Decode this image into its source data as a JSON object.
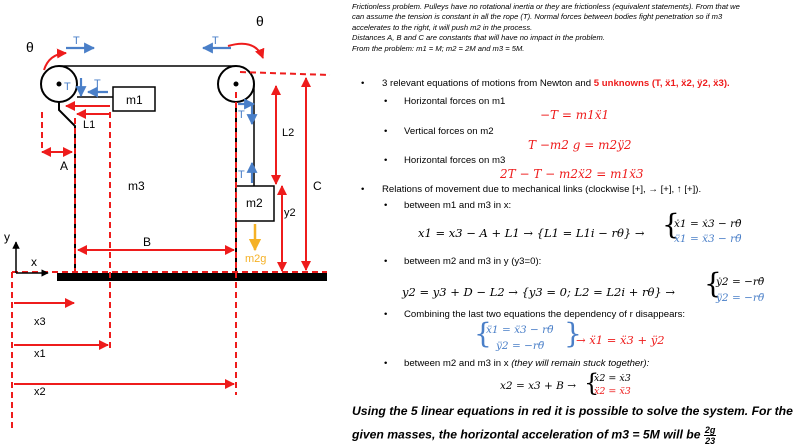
{
  "diagram": {
    "angle_left": "θ",
    "angle_right": "θ",
    "tension": "T",
    "block_m1": "m1",
    "block_m2": "m2",
    "block_m3": "m3",
    "weight_label": "m2g",
    "dim_L1": "L1",
    "dim_L2": "L2",
    "dim_A": "A",
    "dim_B": "B",
    "dim_C": "C",
    "dim_y2": "y2",
    "axis_y": "y",
    "axis_x": "x",
    "pos_x3": "x3",
    "pos_x1": "x1",
    "pos_x2": "x2",
    "colors": {
      "red": "#ee1c1c",
      "blue": "#4a7fc8",
      "orange": "#f5b126",
      "black": "#000000"
    }
  },
  "intro": [
    "Frictionless problem. Pulleys have no rotational inertia or they are frictionless (equivalent statements). From that we",
    "can assume the tension is constant in all the rope (T). Normal forces between bodies fight penetration so if m3",
    "accelerates to the right, it will push m2 in the process.",
    "Distances A, B and C are constants that will have no impact in the problem.",
    "From the problem: m1 = M; m2 = 2M and m3 = 5M."
  ],
  "bullets": {
    "equations_title": "3 relevant equations of motions from Newton and",
    "unknowns": "5 unknowns (T, ẍ1, ẍ2, ÿ2, ẍ3).",
    "h_forces_m1": "Horizontal forces on m1",
    "eq1": "−T = m1ẍ1",
    "v_forces_m2": "Vertical forces on m2",
    "eq2": "T −m2 g = m2ÿ2",
    "h_forces_m3": "Horizontal forces on m3",
    "eq3": "2T − T − m2ẍ2 = m1ẍ3",
    "relations": "Relations of movement due to mechanical links (clockwise [+], → [+], ↑ [+]).",
    "between_m1_m3": "between m1 and m3 in x:",
    "eq4_main": "x1 = x3 − A + L1 → {L1 = L1i − rθ} →",
    "eq4_a": "ẋ1 = ẋ3 − rθ̇",
    "eq4_b": "ẍ1 = ẍ3 − rθ̈",
    "between_m2_m3_y": "between m2 and m3 in y (y3=0):",
    "eq5_main": "y2 = y3 + D − L2 → {y3 = 0;  L2 = L2i + rθ} →",
    "eq5_a": "ẏ2 = −rθ̇",
    "eq5_b": "ÿ2 = −rθ̈",
    "combining": "Combining the last two equations the dependency of r disappears:",
    "eq6_a": "ẍ1 = ẍ3 − rθ̈",
    "eq6_b": "ÿ2 = −rθ̈",
    "eq6_result": "→ ẍ1 = ẍ3 + ÿ2",
    "between_m2_m3_x": "between m2 and m3 in x",
    "stuck": "(they will remain stuck together):",
    "eq7_main": "x2 = x3 + B →",
    "eq7_a": "ẋ2 = ẋ3",
    "eq7_b": "ẍ2 = ẍ3"
  },
  "conclusion": {
    "line1": "Using the 5 linear equations in red it is possible to solve the system. For the",
    "line2": "given masses, the horizontal acceleration of m3 = 5M will be",
    "frac_num": "2g",
    "frac_den": "23"
  }
}
